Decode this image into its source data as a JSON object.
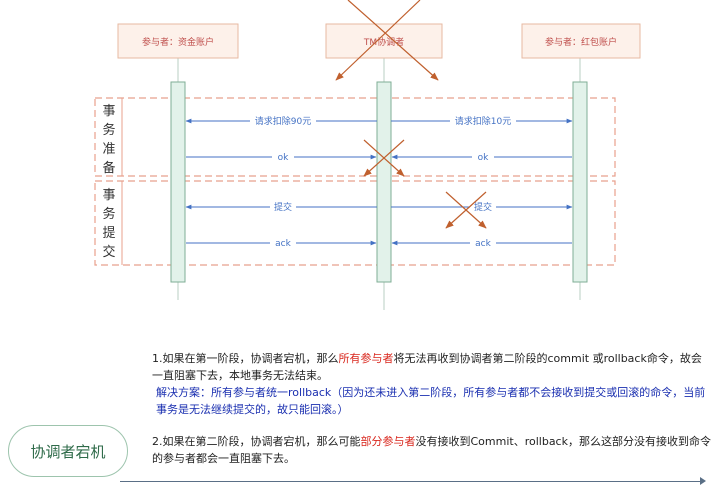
{
  "participants": [
    {
      "label": "参与者：资金账户"
    },
    {
      "label": "TM协调者"
    },
    {
      "label": "参与者：红包账户"
    }
  ],
  "phases": [
    {
      "label": [
        "事",
        "务",
        "准",
        "备"
      ]
    },
    {
      "label": [
        "事",
        "务",
        "提",
        "交"
      ]
    }
  ],
  "messages": {
    "request_left": "请求扣除90元",
    "request_right": "请求扣除10元",
    "ok_left": "ok",
    "ok_right": "ok",
    "commit_left": "提交",
    "commit_right": "提交",
    "ack_left": "ack",
    "ack_right": "ack"
  },
  "notes": {
    "p1_prefix": "1.如果在第一阶段，协调者宕机，那么",
    "p1_highlight": "所有参与者",
    "p1_rest": "将无法再收到协调者第二阶段的commit 或rollback命令，故会一直阻塞下去，本地事务无法结束。",
    "solution": "解决方案：所有参与者统一rollback（因为还未进入第二阶段，所有参与者都不会接收到提交或回滚的命令，当前事务是无法继续提交的，故只能回滚。）",
    "p2_prefix": "2.如果在第二阶段，协调者宕机，那么可能",
    "p2_highlight": "部分参与者",
    "p2_rest": "没有接收到Commit、rollback，那么这部分没有接收到命令的参与者都会一直阻塞下去。"
  },
  "badge": "协调者宕机",
  "colors": {
    "participant_fill": "#fdf1ea",
    "participant_border": "#e7b9a2",
    "lifeline": "#b9cfc3",
    "activation_fill": "#e2f2ea",
    "activation_border": "#7fae95",
    "arrow": "#4472c4",
    "dashed_box": "#e8a08d",
    "cross": "#c0602e",
    "highlight": "#d9261c",
    "solution": "#1a2fb0"
  }
}
